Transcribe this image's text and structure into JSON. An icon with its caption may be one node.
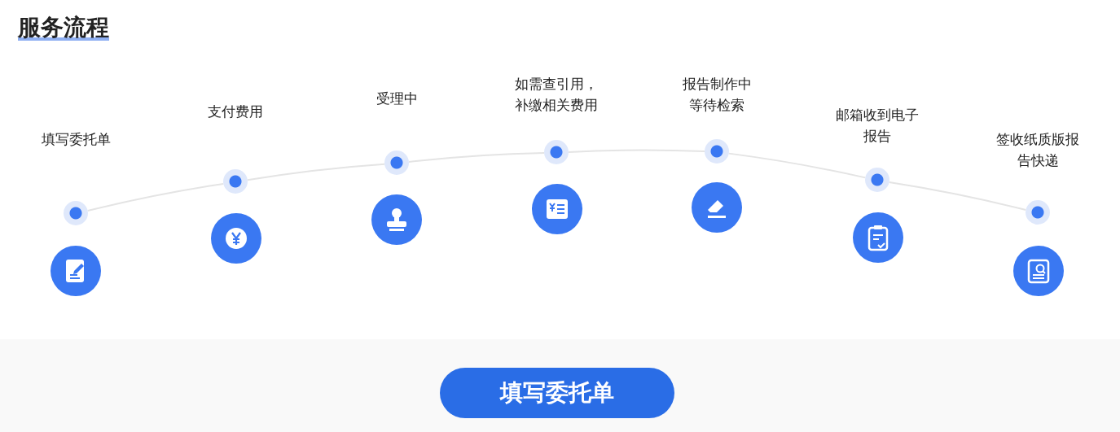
{
  "diagram": {
    "title": "服务流程",
    "nodes": [
      {
        "text": [],
        "shape": "circle",
        "beside": [
          "填写委托单"
        ]
      },
      {
        "text": [],
        "shape": "circle",
        "beside": [
          "支付费用"
        ]
      },
      {
        "text": [],
        "shape": "circle",
        "beside": [
          "受理中"
        ]
      },
      {
        "text": [],
        "shape": "circle",
        "beside": [
          "如需查引用，补缴相关费用"
        ]
      },
      {
        "text": [],
        "shape": "circle",
        "beside": [
          "报告制作中等待检索"
        ]
      },
      {
        "text": [],
        "shape": "circle",
        "beside": [
          "邮箱收到电子报告"
        ]
      },
      {
        "text": [],
        "shape": "circle",
        "beside": [
          "签收纸质版报告快递"
        ]
      }
    ],
    "edges": [
      {
        "from": 0,
        "to": 1,
        "arrow": "none"
      },
      {
        "from": 1,
        "to": 2,
        "arrow": "none"
      },
      {
        "from": 2,
        "to": 3,
        "arrow": "none"
      },
      {
        "from": 3,
        "to": 4,
        "arrow": "none"
      },
      {
        "from": 4,
        "to": 5,
        "arrow": "none"
      },
      {
        "from": 5,
        "to": 6,
        "arrow": "none"
      }
    ],
    "labels": [
      "填写委托单"
    ]
  }
}
